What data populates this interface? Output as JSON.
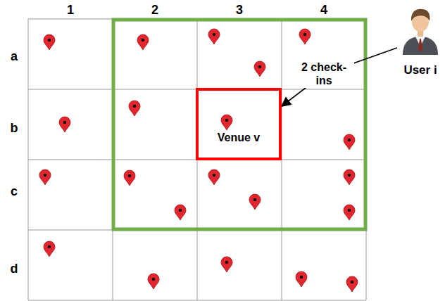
{
  "diagram": {
    "nodes": [
      {
        "text": [
          "User i"
        ]
      },
      {
        "text": [
          "Venue v"
        ]
      }
    ],
    "edges": [
      {
        "from": 0,
        "to": 1,
        "arrow": "to",
        "label": "2 check-ins"
      }
    ],
    "labels": [
      "1",
      "2",
      "3",
      "4",
      "a",
      "b",
      "c",
      "d"
    ]
  }
}
